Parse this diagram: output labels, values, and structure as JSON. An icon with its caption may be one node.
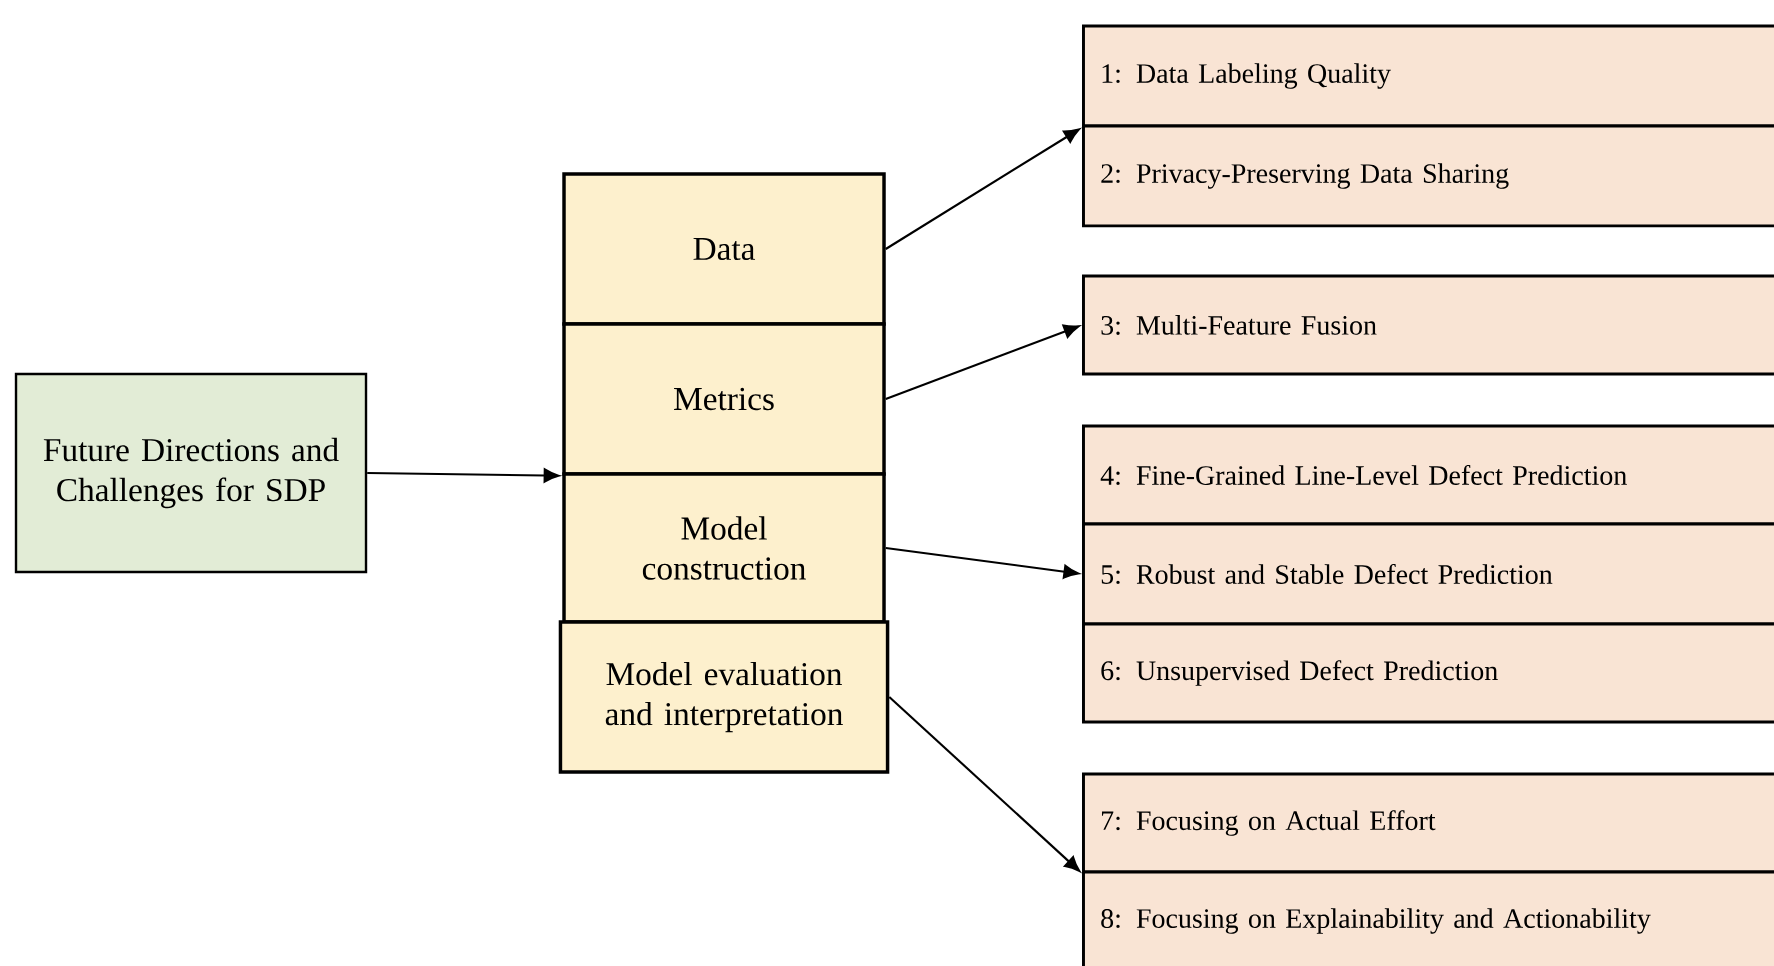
{
  "diagram": {
    "nodes": [
      {
        "text": [
          "Future Directions and Challenges for SDP"
        ]
      },
      {
        "text": [
          "Data"
        ]
      },
      {
        "text": [
          "Metrics"
        ]
      },
      {
        "text": [
          "Model construction"
        ]
      },
      {
        "text": [
          "Model evaluation and interpretation"
        ]
      },
      {
        "text": [
          "1: Data Labeling Quality"
        ]
      },
      {
        "text": [
          "2: Privacy-Preserving Data Sharing"
        ]
      },
      {
        "text": [
          "3: Multi-Feature Fusion"
        ]
      },
      {
        "text": [
          "4: Fine-Grained Line-Level Defect Prediction"
        ]
      },
      {
        "text": [
          "5: Robust and Stable Defect Prediction"
        ]
      },
      {
        "text": [
          "6: Unsupervised Defect Prediction"
        ]
      },
      {
        "text": [
          "7: Focusing on Actual Effort"
        ]
      },
      {
        "text": [
          "8: Focusing on Explainability and Actionability"
        ]
      }
    ],
    "edges": [
      {
        "from": 0,
        "to": 2,
        "arrow": "to"
      },
      {
        "from": 1,
        "to": 5,
        "arrow": "to"
      },
      {
        "from": 2,
        "to": 7,
        "arrow": "to"
      },
      {
        "from": 3,
        "to": 9,
        "arrow": "to"
      },
      {
        "from": 4,
        "to": 11,
        "arrow": "to"
      }
    ]
  }
}
